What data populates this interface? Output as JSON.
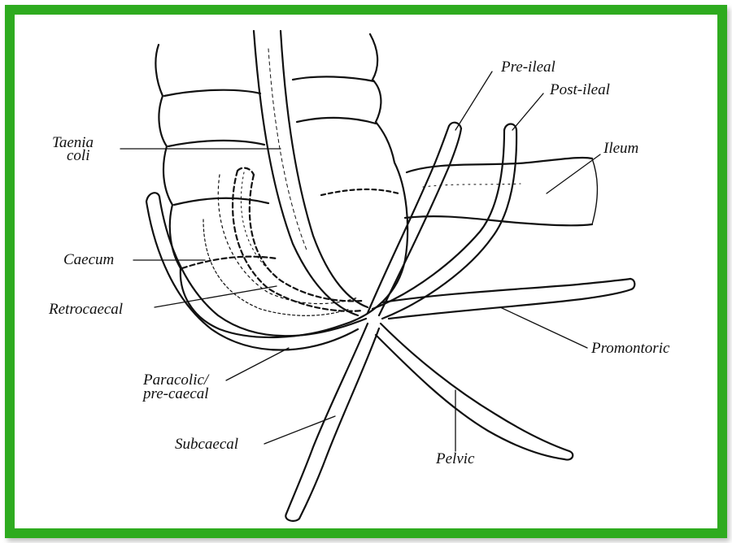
{
  "colors": {
    "frame": "#2eab1f",
    "ink": "#111111",
    "paper": "#ffffff"
  },
  "labels": {
    "pre_ileal": "Pre-ileal",
    "post_ileal": "Post-ileal",
    "ileum": "Ileum",
    "taenia_coli_line1": "Taenia",
    "taenia_coli_line2": "coli",
    "caecum": "Caecum",
    "retrocaecal": "Retrocaecal",
    "promontoric": "Promontoric",
    "paracolic_line1": "Paracolic/",
    "paracolic_line2": "pre-caecal",
    "subcaecal": "Subcaecal",
    "pelvic": "Pelvic"
  }
}
